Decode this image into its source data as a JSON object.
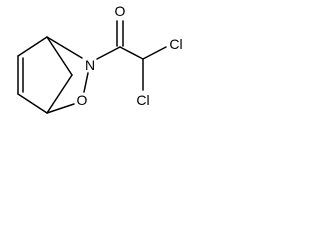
{
  "molecule": {
    "atoms": {
      "nitrogen": "N",
      "oxygen_ring": "O",
      "oxygen_carbonyl": "O",
      "chlorine_1": "Cl",
      "chlorine_2": "Cl"
    },
    "bond_color": "#000000",
    "label_color": "#000000",
    "background": "#ffffff"
  }
}
